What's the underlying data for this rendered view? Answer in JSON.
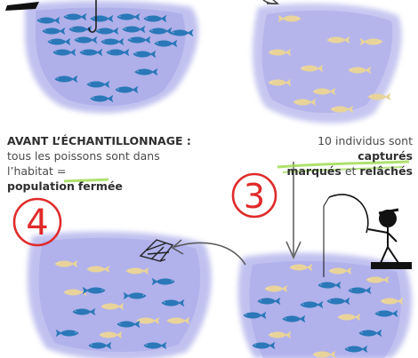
{
  "captions": {
    "before_title": "AVANT L’ÉCHANTILLONNAGE :",
    "before_line2": "tous les poissons sont dans l’habitat =",
    "before_pop": "population",
    "before_closed": "fermée",
    "after_line1_a": "10 individus sont",
    "after_line1_b": "capturés",
    "after_line2_a": "marqués",
    "after_line2_b": "et",
    "after_line2_c": "relâchés"
  },
  "step_numbers": {
    "three": "3",
    "four": "4"
  },
  "colors": {
    "water": "#8f8fe3",
    "unmarked_fish": "#2a78b8",
    "marked_fish": "#e8d39a",
    "step_number": "#e02a2a",
    "highlight": "#9ad94a"
  }
}
